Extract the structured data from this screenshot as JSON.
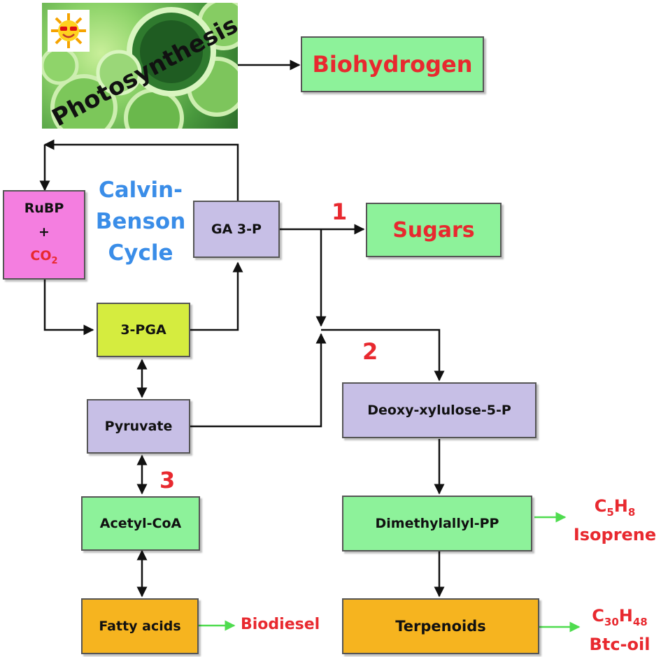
{
  "photo": {
    "caption": "Photosynthesis"
  },
  "nodes": {
    "biohydrogen": "Biohydrogen",
    "rubp_line1": "RuBP",
    "rubp_line2": "+",
    "rubp_co2": "CO",
    "rubp_co2_sub": "2",
    "calvin_line1": "Calvin-",
    "calvin_line2": "Benson",
    "calvin_line3": "Cycle",
    "ga3p": "GA 3-P",
    "sugars": "Sugars",
    "pga": "3-PGA",
    "pyruvate": "Pyruvate",
    "deoxy": "Deoxy-xylulose-5-P",
    "acetyl": "Acetyl-CoA",
    "dimethyl": "Dimethylallyl-PP",
    "fatty": "Fatty acids",
    "terpenoids": "Terpenoids"
  },
  "products": {
    "biodiesel": "Biodiesel",
    "isoprene_c": "C",
    "isoprene_c_sub": "5",
    "isoprene_h": "H",
    "isoprene_h_sub": "8",
    "isoprene_name": "Isoprene",
    "btc_c": "C",
    "btc_c_sub": "30",
    "btc_h": "H",
    "btc_h_sub": "48",
    "btc_name": "Btc-oil"
  },
  "pathway_numbers": {
    "one": "1",
    "two": "2",
    "three": "3"
  },
  "colors": {
    "green_box": "#8df29a",
    "purple_box": "#c7bfe6",
    "yellow_box": "#d5ec3f",
    "orange_box": "#f6b41f",
    "pink_box": "#f47ee0",
    "red_text": "#e8292f",
    "calvin_text": "#3a8de8",
    "product_arrow": "#4fdc4f"
  }
}
